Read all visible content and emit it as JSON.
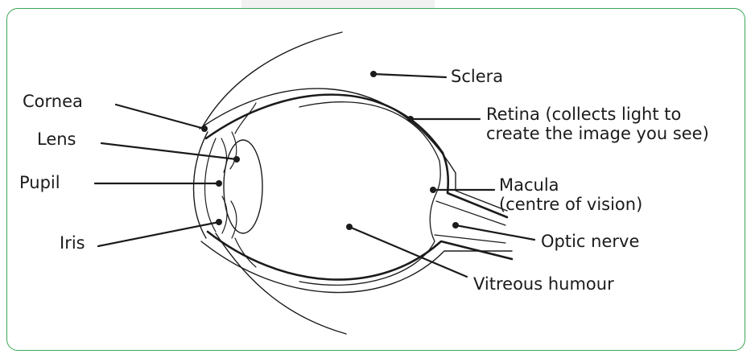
{
  "colors": {
    "frame": "#3aa655",
    "ink": "#1b1b1b",
    "tab": "#f1f1f1"
  },
  "labels": {
    "cornea": "Cornea",
    "lens": "Lens",
    "pupil": "Pupil",
    "iris": "Iris",
    "sclera": "Sclera",
    "retina_line1": "Retina (collects light to",
    "retina_line2": "create the image you see)",
    "macula_line1": "Macula",
    "macula_line2": "(centre of vision)",
    "optic_nerve": "Optic nerve",
    "vitreous_humour": "Vitreous humour"
  }
}
